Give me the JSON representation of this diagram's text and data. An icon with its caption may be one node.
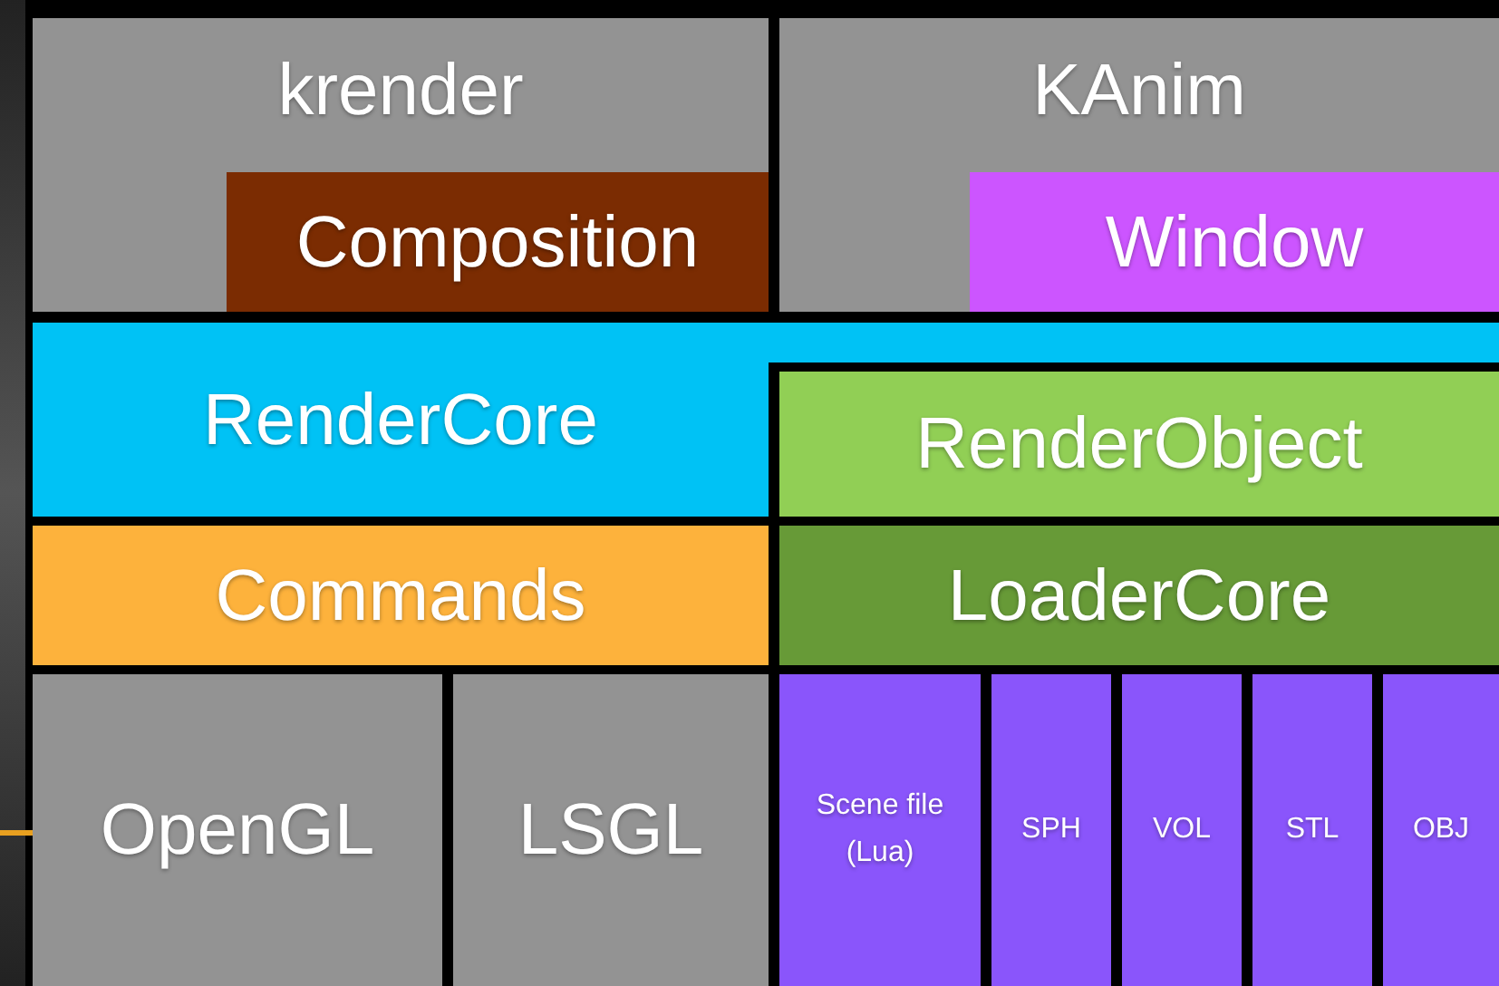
{
  "diagram": {
    "nodes": [
      {
        "text": [
          "krender"
        ]
      },
      {
        "text": [
          "Composition"
        ],
        "in": 0
      },
      {
        "text": [
          "KAnim"
        ]
      },
      {
        "text": [
          "Window"
        ],
        "in": 2
      },
      {
        "text": [
          "RenderCore"
        ]
      },
      {
        "text": [
          "RenderObject"
        ]
      },
      {
        "text": [
          "Commands"
        ]
      },
      {
        "text": [
          "LoaderCore"
        ]
      },
      {
        "text": [
          "OpenGL"
        ]
      },
      {
        "text": [
          "LSGL"
        ]
      },
      {
        "text": [
          "Scene file (Lua)"
        ]
      },
      {
        "text": [
          "SPH"
        ]
      },
      {
        "text": [
          "VOL"
        ]
      },
      {
        "text": [
          "STL"
        ]
      },
      {
        "text": [
          "OBJ"
        ]
      }
    ]
  }
}
